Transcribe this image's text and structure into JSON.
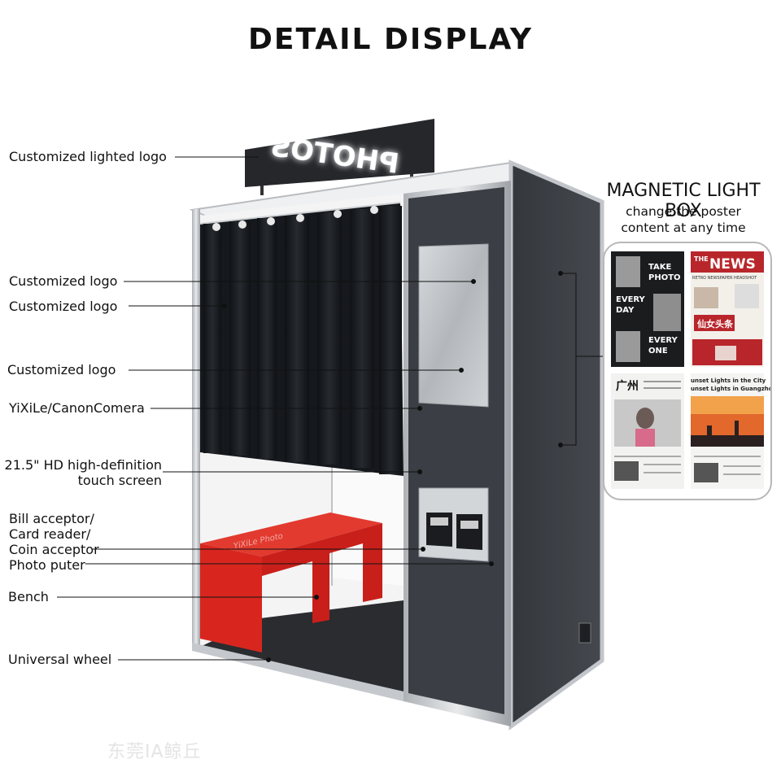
{
  "heading": "DETAIL  DISPLAY",
  "sign_text": "PHOTOS",
  "bench_brand": "YiXiLe Photo",
  "callouts": {
    "lighted_logo": "Customized lighted logo",
    "logo_1": "Customized logo",
    "logo_2": "Customized logo",
    "logo_3": "Customized logo",
    "camera": "YiXiLe/CanonComera",
    "screen": "21.5\" HD  high-definition\ntouch screen",
    "payment": "Bill acceptor/\nCard reader/\nCoin acceptor",
    "printer": "Photo puter",
    "bench": "Bench",
    "wheel": "Universal  wheel"
  },
  "magnetic_light_box": {
    "title": "MAGNETIC LIGHT  BOX",
    "subtitle": "change  the  poster\ncontent at any time",
    "posters": {
      "p1": {
        "line1": "TAKE",
        "line2": "PHOTO",
        "line3": "EVERY",
        "line4": "DAY",
        "line5": "EVERY",
        "line6": "ONE"
      },
      "p2": {
        "tag": "THE",
        "title": "NEWS",
        "sub": "RETRO NEWSPAPER HEADSHOT",
        "chinese": "仙女头条"
      },
      "p3": {
        "city": "广州"
      },
      "p4": {
        "line1": "unset Lights in the City",
        "line2": "unset Lights in Guangzhou"
      }
    }
  },
  "watermark": "东莞IA鲸丘",
  "colors": {
    "booth_panel": "#3b3e44",
    "steel": "#c9ccd0",
    "curtain": "#16191d",
    "bench": "#d8261f",
    "news_red": "#b8262b"
  }
}
